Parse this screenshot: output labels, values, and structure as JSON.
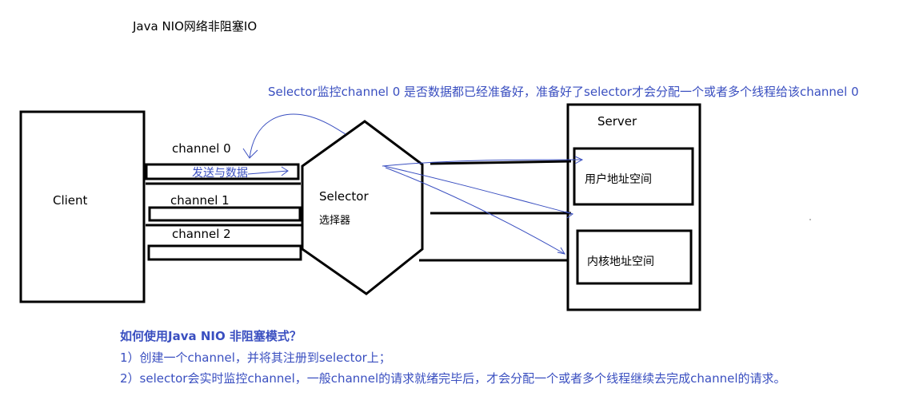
{
  "title": "Java NIO网络非阻塞IO",
  "annotation": "Selector监控channel 0 是否数据都已经准备好，准备好了selector才会分配一个或者多个线程给该channel 0",
  "client_label": "Client",
  "channels": [
    "channel 0",
    "channel 1",
    "channel 2"
  ],
  "send_data_label": "发送与数据",
  "selector": {
    "label": "Selector",
    "sublabel": "选择器"
  },
  "server": {
    "label": "Server",
    "user_space": "用户地址空间",
    "kernel_space": "内核地址空间"
  },
  "question": "如何使用Java NIO 非阻塞模式？",
  "steps": [
    "1）创建一个channel，并将其注册到selector上；",
    "2）selector会实时监控channel，一般channel的请求就绪完毕后，才会分配一个或者多个线程继续去完成channel的请求。"
  ],
  "colors": {
    "ink": "#000000",
    "pen": "#3a4fc0"
  }
}
